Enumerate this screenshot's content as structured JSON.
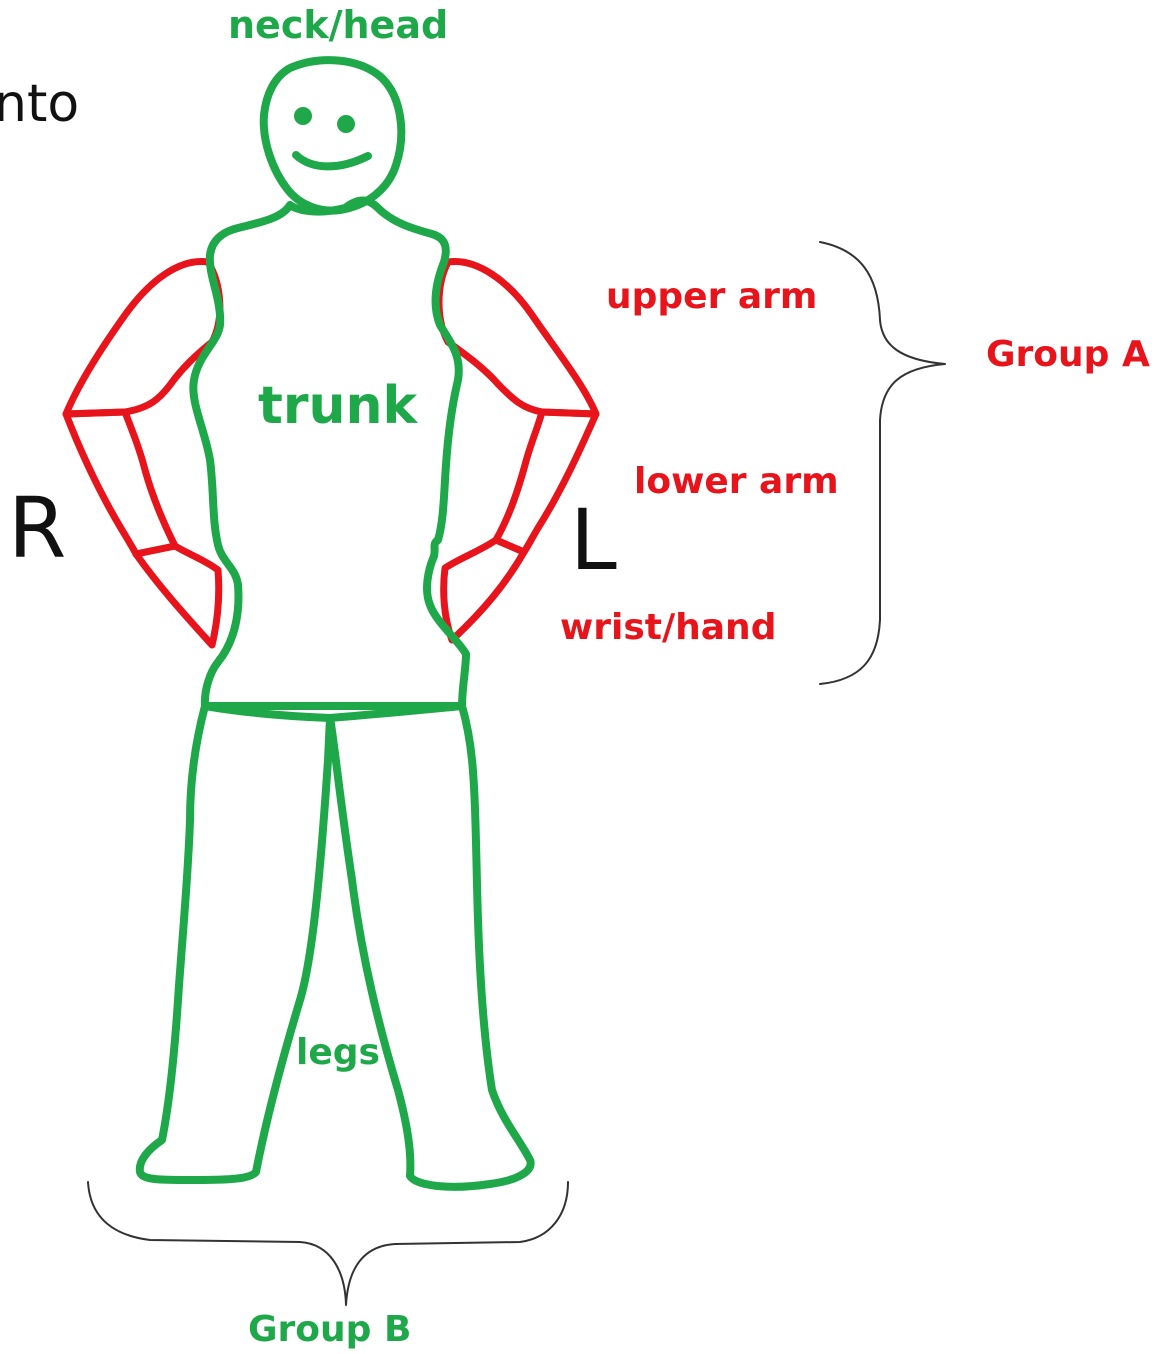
{
  "labels": {
    "neck_head": "neck/head",
    "trunk": "trunk",
    "legs": "legs",
    "group_b": "Group B",
    "upper_arm": "upper arm",
    "lower_arm": "lower arm",
    "wrist_hand": "wrist/hand",
    "group_a": "Group A",
    "right_side": "R",
    "left_side": "L",
    "partial_text": "nto"
  },
  "colors": {
    "group_b_outline": "#1fa84a",
    "group_a_outline": "#e8141b",
    "brace": "#333333"
  }
}
